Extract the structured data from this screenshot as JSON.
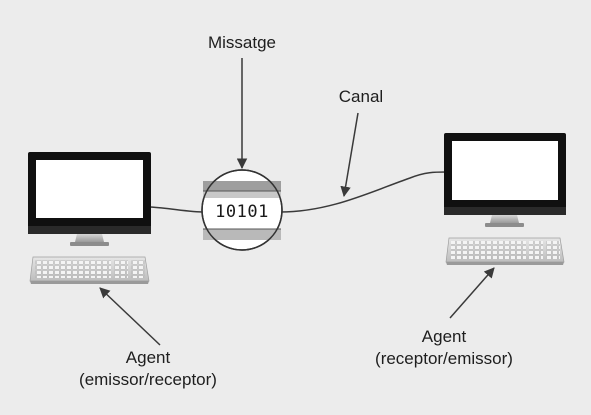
{
  "message_label": "Missatge",
  "channel_label": "Canal",
  "bits": "10101",
  "agent_left": {
    "title": "Agent",
    "role": "(emissor/receptor)"
  },
  "agent_right": {
    "title": "Agent",
    "role": "(receptor/emissor)"
  },
  "colors": {
    "background": "#ececec",
    "line": "#3a3a3a",
    "screen": "#ffffff",
    "bezel": "#111111",
    "capsule_band": "#b9b9b9"
  }
}
